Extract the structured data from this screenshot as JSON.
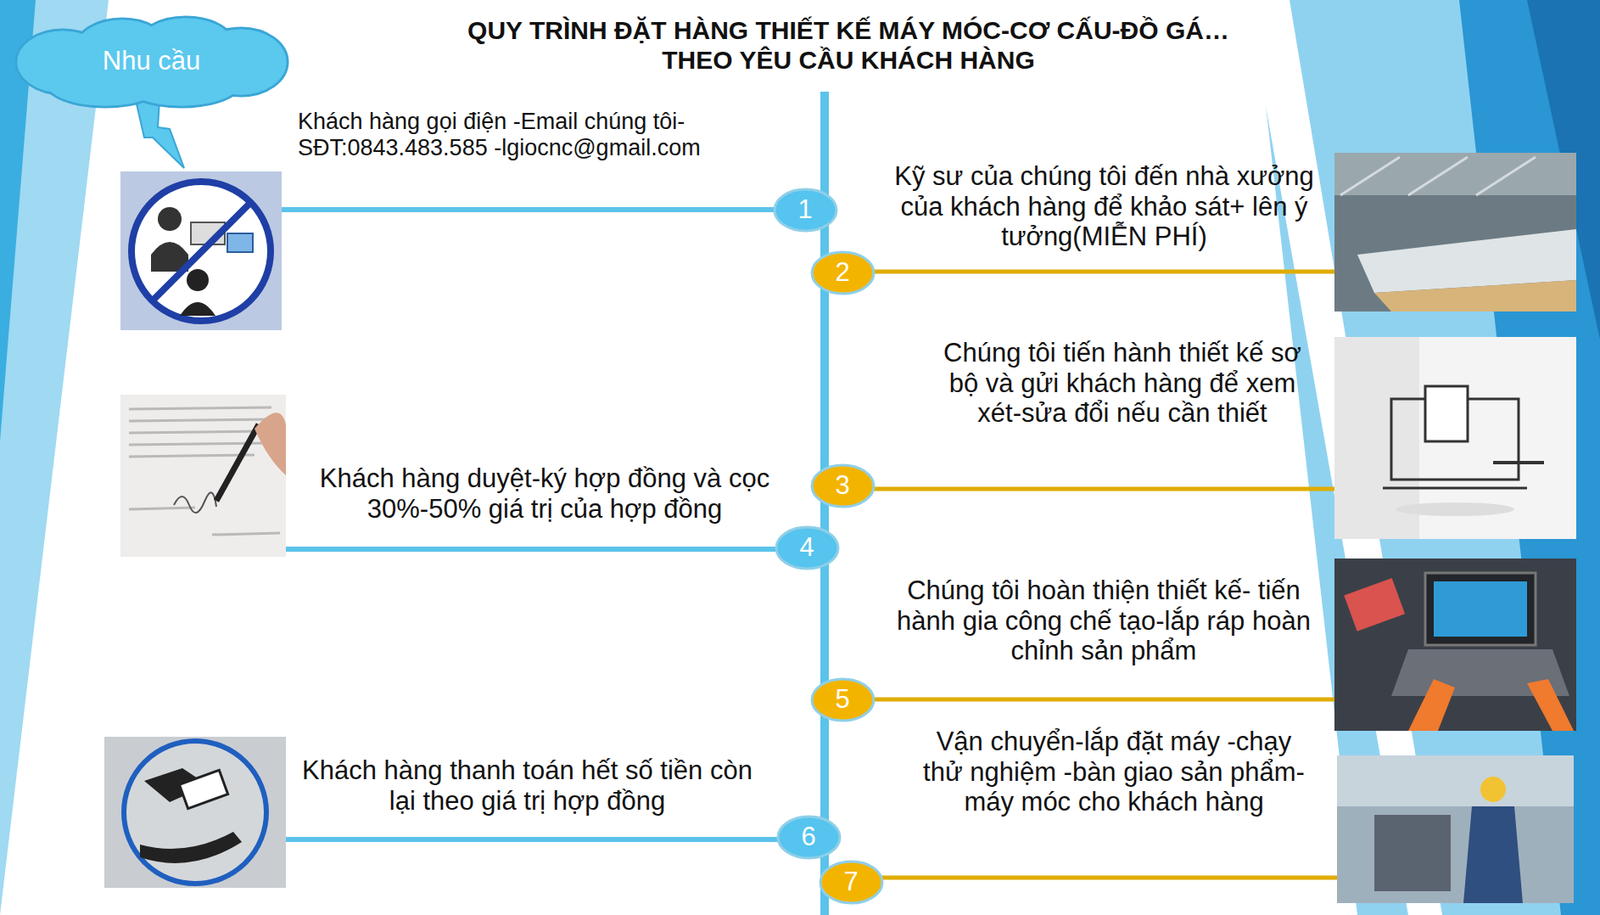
{
  "diagram": {
    "title": "QUY TRÌNH ĐẶT HÀNG THIẾT KẾ MÁY MÓC-CƠ CẤU-ĐỒ GÁ…THEO YÊU CẦU KHÁCH HÀNG",
    "nodes": [
      {
        "text": [
          "Nhu cầu"
        ]
      },
      {
        "text": [
          "1"
        ]
      },
      {
        "text": [
          "2"
        ]
      },
      {
        "text": [
          "3"
        ]
      },
      {
        "text": [
          "4"
        ]
      },
      {
        "text": [
          "5"
        ]
      },
      {
        "text": [
          "6"
        ]
      },
      {
        "text": [
          "7"
        ]
      }
    ],
    "edges": [
      {
        "from": 1,
        "to": 2,
        "arrow": "none"
      },
      {
        "from": 2,
        "to": 3,
        "arrow": "none"
      },
      {
        "from": 3,
        "to": 4,
        "arrow": "none"
      },
      {
        "from": 4,
        "to": 5,
        "arrow": "none"
      },
      {
        "from": 5,
        "to": 6,
        "arrow": "none"
      },
      {
        "from": 6,
        "to": 7,
        "arrow": "none"
      }
    ],
    "labels": [
      "Khách hàng gọi điện -Email chúng tôi- SĐT:0843.483.585 -lgiocnc@gmail.com",
      "Kỹ sư của chúng tôi đến nhà xưởng của khách hàng để khảo sát+ lên ý tưởng(MIỄN PHÍ)",
      "Chúng tôi tiến hành thiết kế sơ bộ và gửi khách hàng để xem xét-sửa đổi nếu cần thiết",
      "Khách hàng duyệt-ký hợp đồng và cọc 30%-50% giá trị của hợp đồng",
      "Chúng tôi hoàn thiện thiết kế- tiến hành gia công chế tạo-lắp ráp hoàn chỉnh sản phẩm",
      "Vận chuyển-lắp đặt máy -chạy thử nghiệm -bàn giao sản phẩm- máy móc cho khách hàng",
      "Khách hàng thanh toán hết số tiền còn lại theo giá trị hợp đồng"
    ]
  }
}
